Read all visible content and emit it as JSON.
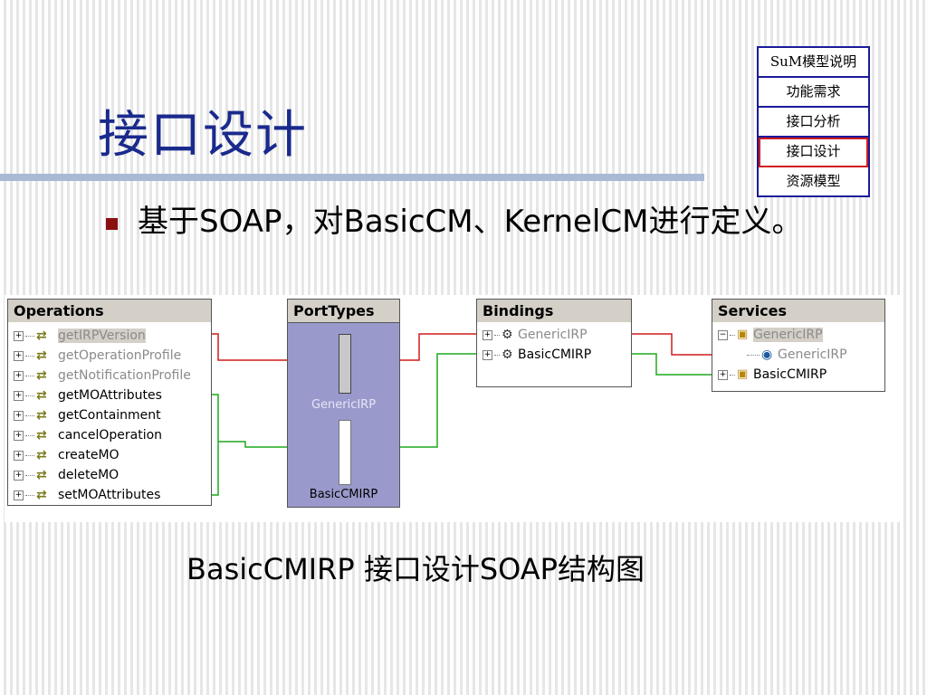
{
  "slide": {
    "title": "接口设计",
    "bullet": "基于SOAP，对BasicCM、KernelCM进行定义。",
    "caption": "BasicCMIRP 接口设计SOAP结构图"
  },
  "nav": {
    "items": [
      "SuM模型说明",
      "功能需求",
      "接口分析",
      "接口设计",
      "资源模型"
    ],
    "active_index": 3,
    "active_color": "#d01b1b",
    "border_color": "#1a1a9a"
  },
  "colors": {
    "title": "#1a2a8c",
    "bullet": "#8b0f0f",
    "porttype": "#9999cc",
    "wire_red": "#d01b1b",
    "wire_green": "#1fa81f"
  },
  "diagram": {
    "operations": {
      "header": "Operations",
      "items": [
        {
          "label": "getIRPVersion",
          "state": "selected-gray"
        },
        {
          "label": "getOperationProfile",
          "state": "gray"
        },
        {
          "label": "getNotificationProfile",
          "state": "gray"
        },
        {
          "label": "getMOAttributes",
          "state": "black"
        },
        {
          "label": "getContainment",
          "state": "black"
        },
        {
          "label": "cancelOperation",
          "state": "black"
        },
        {
          "label": "createMO",
          "state": "black"
        },
        {
          "label": "deleteMO",
          "state": "black"
        },
        {
          "label": "setMOAttributes",
          "state": "black"
        }
      ]
    },
    "porttypes": {
      "header": "PortTypes",
      "generic_label": "GenericIRP",
      "basic_label": "BasicCMIRP"
    },
    "bindings": {
      "header": "Bindings",
      "items": [
        {
          "label": "GenericIRP",
          "state": "gray"
        },
        {
          "label": "BasicCMIRP",
          "state": "black"
        }
      ]
    },
    "services": {
      "header": "Services",
      "items": [
        {
          "label": "GenericIRP",
          "state": "selected-gray"
        },
        {
          "label": "GenericIRP",
          "state": "gray-child"
        },
        {
          "label": "BasicCMIRP",
          "state": "black"
        }
      ]
    }
  }
}
